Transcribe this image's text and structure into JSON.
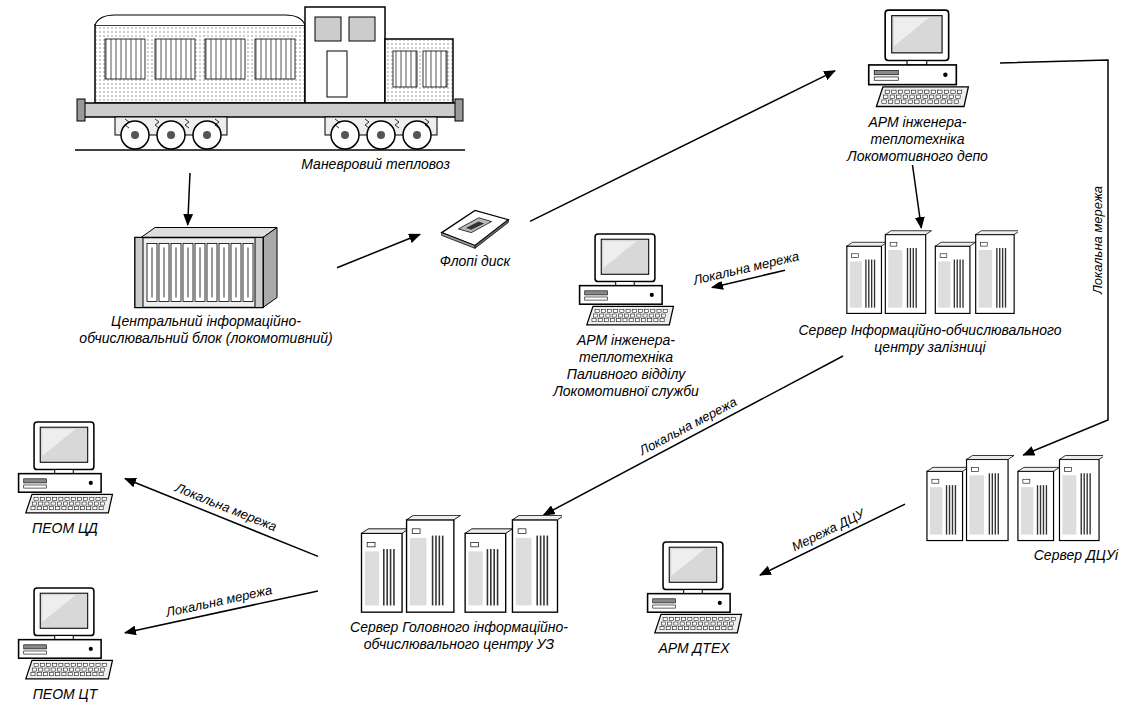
{
  "diagram": {
    "nodes": [
      {
        "text": [
          "Маневровий тепловоз"
        ]
      },
      {
        "text": [
          "АРМ інженера-теплотехніка Локомотивного депо"
        ]
      },
      {
        "text": [
          "Центральний інформаційно-обчислювальний блок (локомотивний)"
        ]
      },
      {
        "text": [
          "Флопі диск"
        ]
      },
      {
        "text": [
          "Сервер Інформаційно-обчислювального центру залізниці"
        ]
      },
      {
        "text": [
          "АРМ інженера-теплотехніка Паливного відділу Локомотивної служби"
        ]
      },
      {
        "text": [
          "Сервер ДЦУі"
        ]
      },
      {
        "text": [
          "ПЕОМ ЦД"
        ]
      },
      {
        "text": [
          "Сервер Головного інформаційно-обчислювального центру УЗ"
        ]
      },
      {
        "text": [
          "АРМ ДТЕХ"
        ]
      },
      {
        "text": [
          "ПЕОМ ЦТ"
        ]
      }
    ],
    "edges": [
      {
        "from": 0,
        "to": 2,
        "arrow": "to"
      },
      {
        "from": 2,
        "to": 3,
        "arrow": "to"
      },
      {
        "from": 3,
        "to": 1,
        "arrow": "to"
      },
      {
        "from": 1,
        "to": 4,
        "arrow": "to"
      },
      {
        "from": 4,
        "to": 5,
        "label": "Локальна мережа",
        "arrow": "to"
      },
      {
        "from": 1,
        "to": 6,
        "label": "Локальна мережа",
        "arrow": "to"
      },
      {
        "from": 4,
        "to": 8,
        "label": "Локальна мережа",
        "arrow": "to"
      },
      {
        "from": 6,
        "to": 9,
        "label": "Мережа ДЦУ",
        "arrow": "to"
      },
      {
        "from": 8,
        "to": 7,
        "label": "Локальна мережа",
        "arrow": "to"
      },
      {
        "from": 8,
        "to": 10,
        "label": "Локальна мережа",
        "arrow": "to"
      }
    ]
  }
}
